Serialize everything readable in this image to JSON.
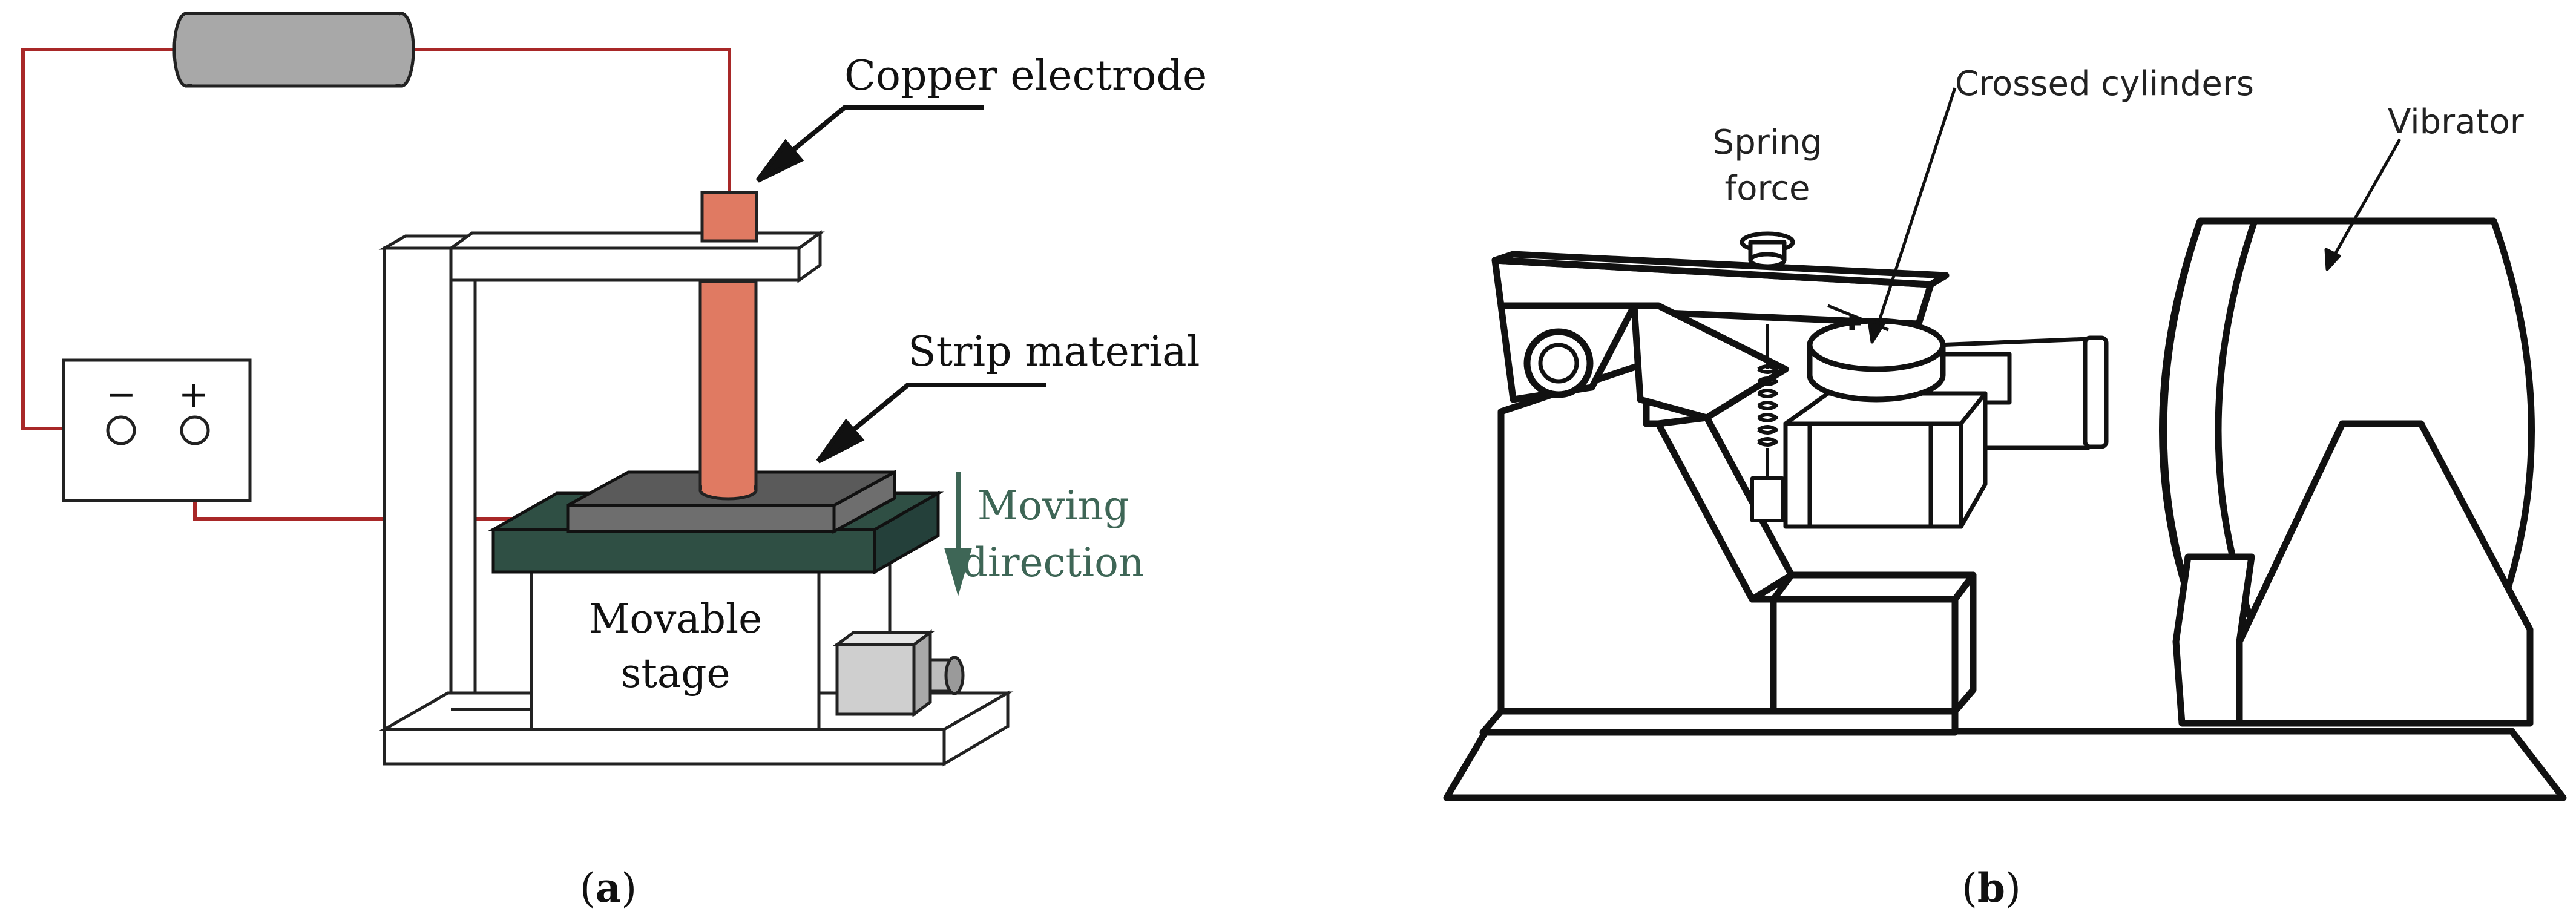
{
  "panel_a": {
    "caption_letter": "a",
    "labels": {
      "electrode": "Copper electrode",
      "strip": "Strip material",
      "moving_line1": "Moving",
      "moving_line2": "direction",
      "stage_line1": "Movable",
      "stage_line2": "stage"
    },
    "power_source": {
      "minus": "−",
      "plus": "+"
    },
    "colors": {
      "wire": "#a82828",
      "electrode": "#e07a62",
      "workpiece_table": "#2f4f44",
      "strip": "#5a5a5a",
      "direction_arrow": "#3e6656",
      "capacitor": "#a8a8a8"
    }
  },
  "panel_b": {
    "caption_letter": "b",
    "labels": {
      "spring_line1": "Spring",
      "spring_line2": "force",
      "cylinders": "Crossed cylinders",
      "vibrator": "Vibrator"
    }
  }
}
